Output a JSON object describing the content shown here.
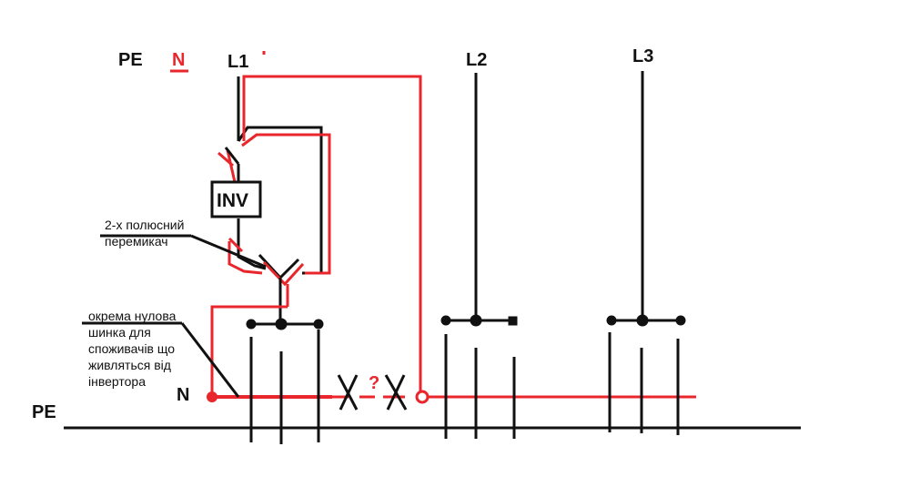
{
  "labels": {
    "pe_top": "PE",
    "n_top": "N",
    "l1": "L1",
    "l2": "L2",
    "l3": "L3",
    "inv": "INV",
    "n_left": "N",
    "pe_left": "PE",
    "question": "?"
  },
  "notes": {
    "switch": [
      "2-х полюсний",
      "перемикач"
    ],
    "busbar": [
      "окрема нулова",
      "шинка для",
      "споживачів що",
      "живляться від",
      "інвертора"
    ]
  },
  "colors": {
    "black": "#111111",
    "red": "#e8262c"
  }
}
